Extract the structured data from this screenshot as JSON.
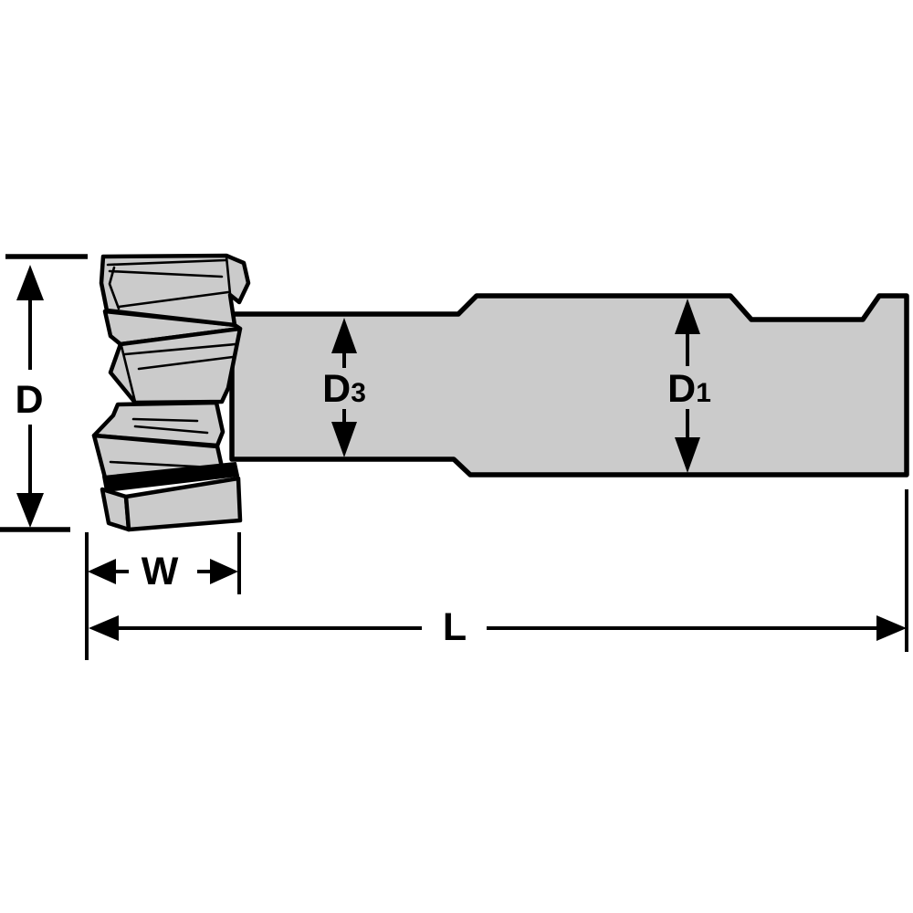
{
  "diagram": {
    "kind": "technical-dimension-drawing",
    "colors": {
      "background": "#ffffff",
      "part_fill": "#cbcbcb",
      "line": "#000000",
      "insert_band": "#000000"
    },
    "labels": {
      "d": {
        "text": "D",
        "sub": ""
      },
      "d3": {
        "text": "D",
        "sub": "3"
      },
      "d1": {
        "text": "D",
        "sub": "1"
      },
      "w": {
        "text": "W"
      },
      "l": {
        "text": "L"
      }
    }
  }
}
